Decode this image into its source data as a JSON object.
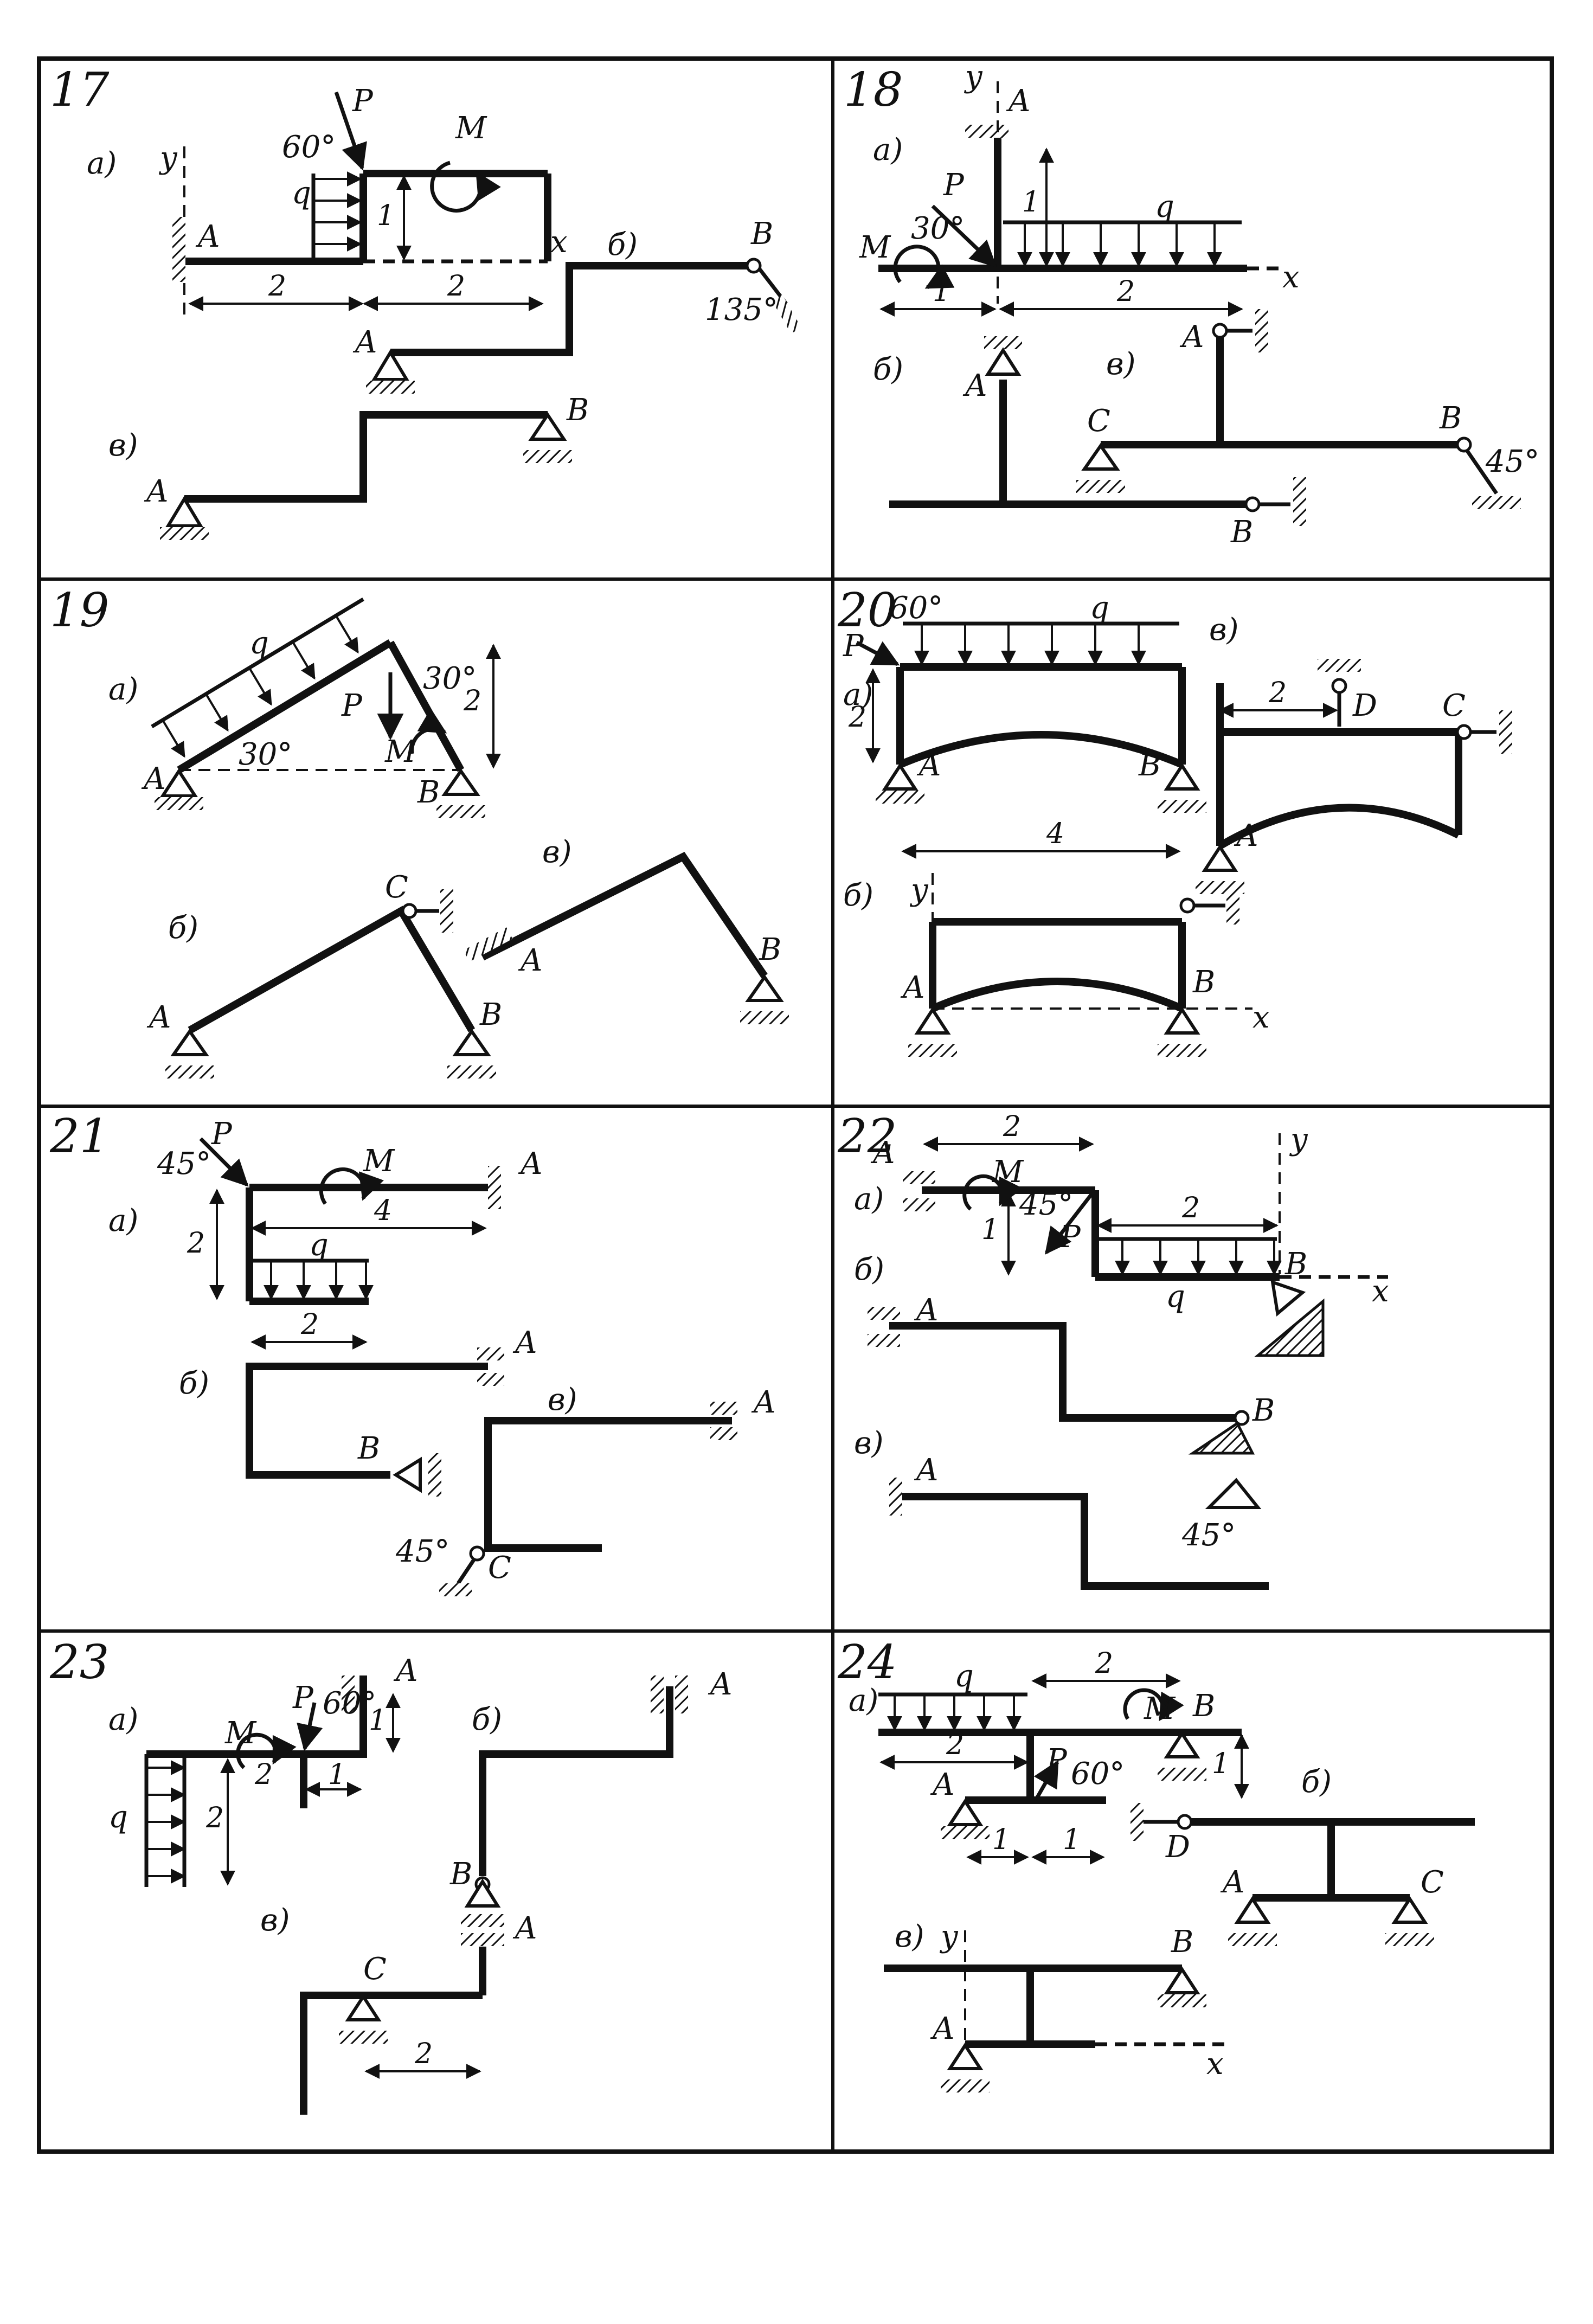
{
  "sheet": {
    "problems": [
      {
        "number": "17",
        "parts": [
          "а)",
          "б)",
          "в)"
        ],
        "labels": {
          "y": "y",
          "A": "A",
          "B": "B",
          "x": "x",
          "P": "P",
          "M": "M",
          "q": "q"
        },
        "angles": [
          "60°",
          "135°"
        ],
        "dims": [
          "2",
          "2",
          "1"
        ]
      },
      {
        "number": "18",
        "parts": [
          "а)",
          "б)",
          "в)"
        ],
        "labels": {
          "y": "y",
          "A": "A",
          "B": "B",
          "C": "C",
          "x": "x",
          "P": "P",
          "M": "M",
          "q": "q"
        },
        "angles": [
          "30°",
          "45°"
        ],
        "dims": [
          "1",
          "2",
          "1"
        ]
      },
      {
        "number": "19",
        "parts": [
          "а)",
          "б)",
          "в)"
        ],
        "labels": {
          "A": "A",
          "B": "B",
          "C": "C",
          "P": "P",
          "M": "M",
          "q": "q"
        },
        "angles": [
          "30°",
          "30°"
        ],
        "dims": [
          "2"
        ]
      },
      {
        "number": "20",
        "parts": [
          "а)",
          "б)",
          "в)"
        ],
        "labels": {
          "y": "y",
          "A": "A",
          "B": "B",
          "C": "C",
          "D": "D",
          "x": "x",
          "P": "P",
          "q": "q"
        },
        "angles": [
          "60°"
        ],
        "dims": [
          "2",
          "4",
          "2"
        ]
      },
      {
        "number": "21",
        "parts": [
          "а)",
          "б)",
          "в)"
        ],
        "labels": {
          "A": "A",
          "B": "B",
          "C": "C",
          "P": "P",
          "M": "M",
          "q": "q"
        },
        "angles": [
          "45°",
          "45°"
        ],
        "dims": [
          "4",
          "2",
          "2"
        ]
      },
      {
        "number": "22",
        "parts": [
          "а)",
          "б)",
          "в)"
        ],
        "labels": {
          "y": "y",
          "A": "A",
          "B": "B",
          "x": "x",
          "P": "P",
          "M": "M",
          "q": "q"
        },
        "angles": [
          "45°",
          "45°"
        ],
        "dims": [
          "2",
          "2",
          "1"
        ]
      },
      {
        "number": "23",
        "parts": [
          "а)",
          "б)",
          "в)"
        ],
        "labels": {
          "A": "A",
          "B": "B",
          "C": "C",
          "P": "P",
          "M": "M",
          "q": "q"
        },
        "angles": [
          "60°"
        ],
        "dims": [
          "1",
          "2",
          "1",
          "2",
          "2"
        ]
      },
      {
        "number": "24",
        "parts": [
          "а)",
          "б)",
          "в)"
        ],
        "labels": {
          "y": "y",
          "A": "A",
          "B": "B",
          "C": "C",
          "D": "D",
          "x": "x",
          "P": "P",
          "M": "M",
          "q": "q"
        },
        "angles": [
          "60°"
        ],
        "dims": [
          "2",
          "2",
          "1",
          "1",
          "1"
        ]
      }
    ]
  }
}
